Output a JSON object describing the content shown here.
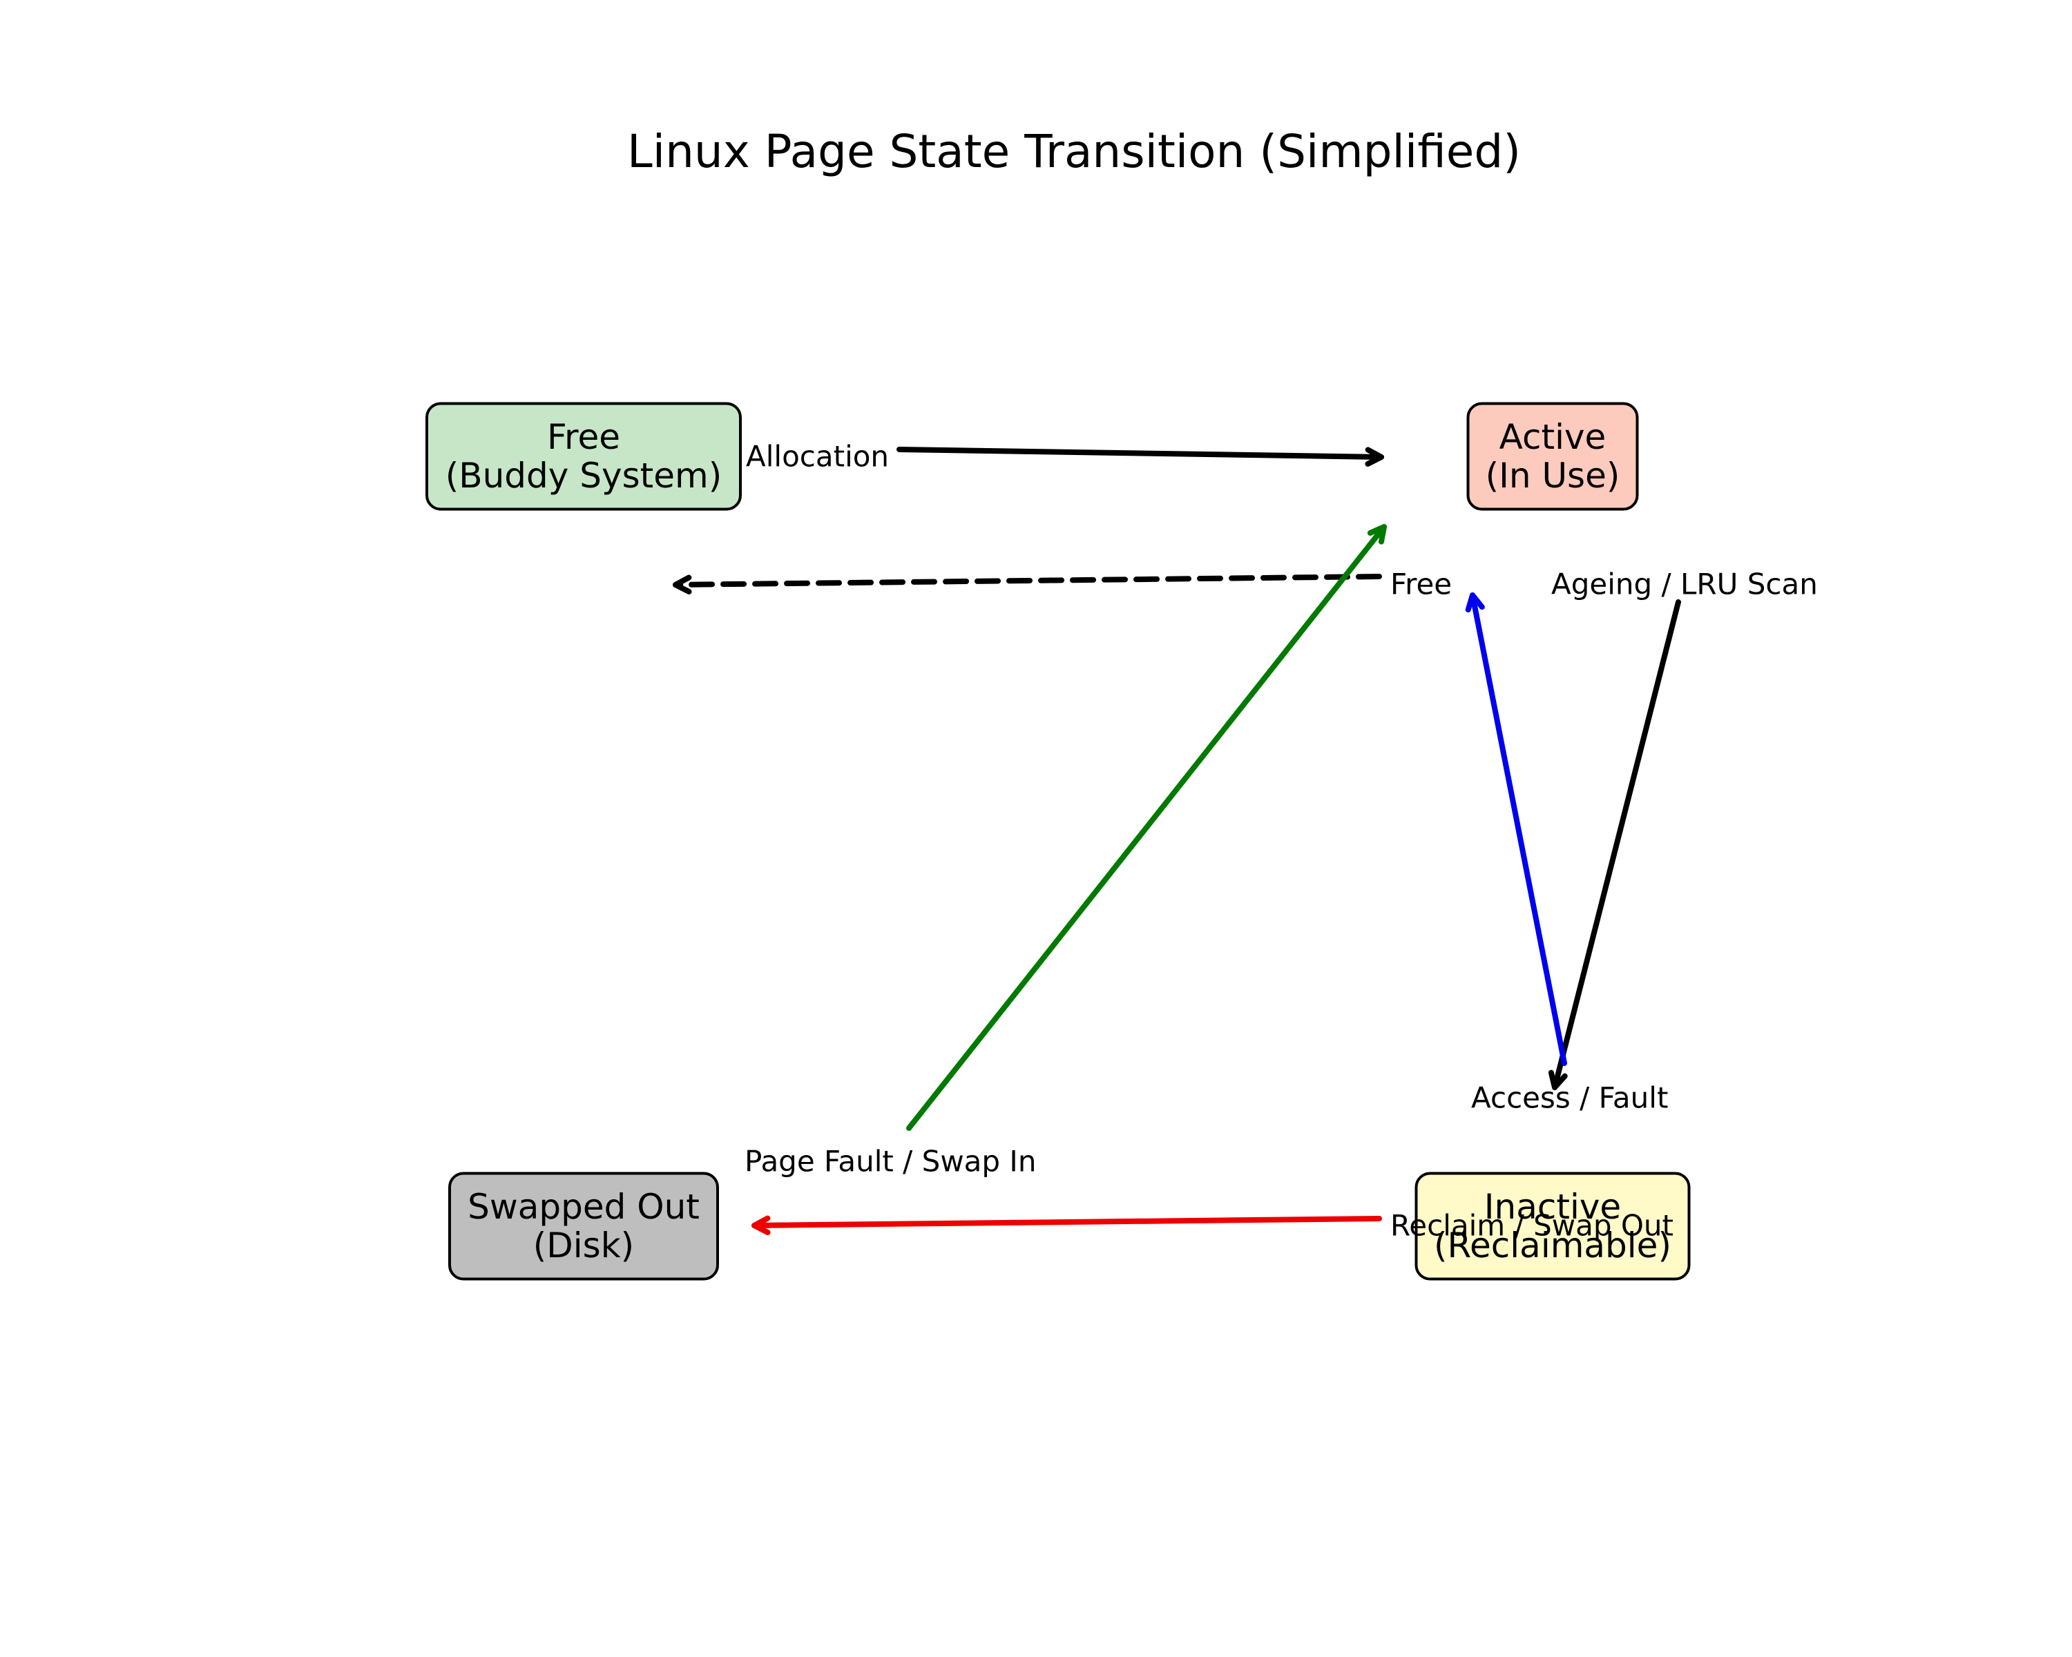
{
  "diagram": {
    "title": "Linux Page State Transition (Simplified)",
    "nodes": [
      {
        "id": "free",
        "lines": [
          "Free",
          "(Buddy System)"
        ],
        "fill": "#c7e6c8"
      },
      {
        "id": "active",
        "lines": [
          "Active",
          "(In Use)"
        ],
        "fill": "#fdcbbd"
      },
      {
        "id": "swapped",
        "lines": [
          "Swapped Out",
          "(Disk)"
        ],
        "fill": "#bebebe"
      },
      {
        "id": "inactive",
        "lines": [
          "Inactive",
          "(Reclaimable)"
        ],
        "fill": "#fffac8"
      }
    ],
    "edges": [
      {
        "id": "allocation",
        "from": "free",
        "to": "active",
        "label": "Allocation",
        "color": "#000000",
        "style": "solid"
      },
      {
        "id": "free",
        "from": "active",
        "to": "free",
        "label": "Free",
        "color": "#000000",
        "style": "dashed"
      },
      {
        "id": "ageing",
        "from": "active",
        "to": "inactive",
        "label": "Ageing / LRU Scan",
        "color": "#000000",
        "style": "solid"
      },
      {
        "id": "access",
        "from": "inactive",
        "to": "active",
        "label": "Access / Fault",
        "color": "#0000ee",
        "style": "solid"
      },
      {
        "id": "reclaim",
        "from": "inactive",
        "to": "swapped",
        "label": "Reclaim / Swap Out",
        "color": "#ee0000",
        "style": "solid"
      },
      {
        "id": "swapin",
        "from": "swapped",
        "to": "active",
        "label": "Page Fault / Swap In",
        "color": "#007a00",
        "style": "solid"
      }
    ]
  }
}
